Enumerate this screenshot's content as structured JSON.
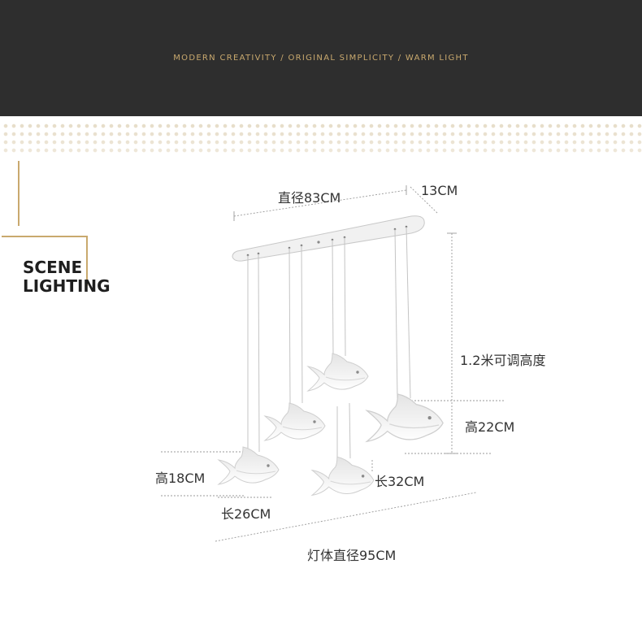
{
  "banner": {
    "tagline": "MODERN CREATIVITY / ORIGINAL SIMPLICITY / WARM LIGHT"
  },
  "section": {
    "title_line1": "SCENE",
    "title_line2": "LIGHTING"
  },
  "dimensions": {
    "canopy_diameter": "直径83CM",
    "canopy_depth": "13CM",
    "adjustable_height": "1.2米可调高度",
    "large_fish_height": "高22CM",
    "large_fish_length": "长32CM",
    "small_fish_height": "高18CM",
    "small_fish_length": "长26CM",
    "overall_diameter": "灯体直径95CM"
  },
  "colors": {
    "banner": "#2e2e2e",
    "accent": "#c9a96e",
    "dots": "#e6dcc7"
  }
}
